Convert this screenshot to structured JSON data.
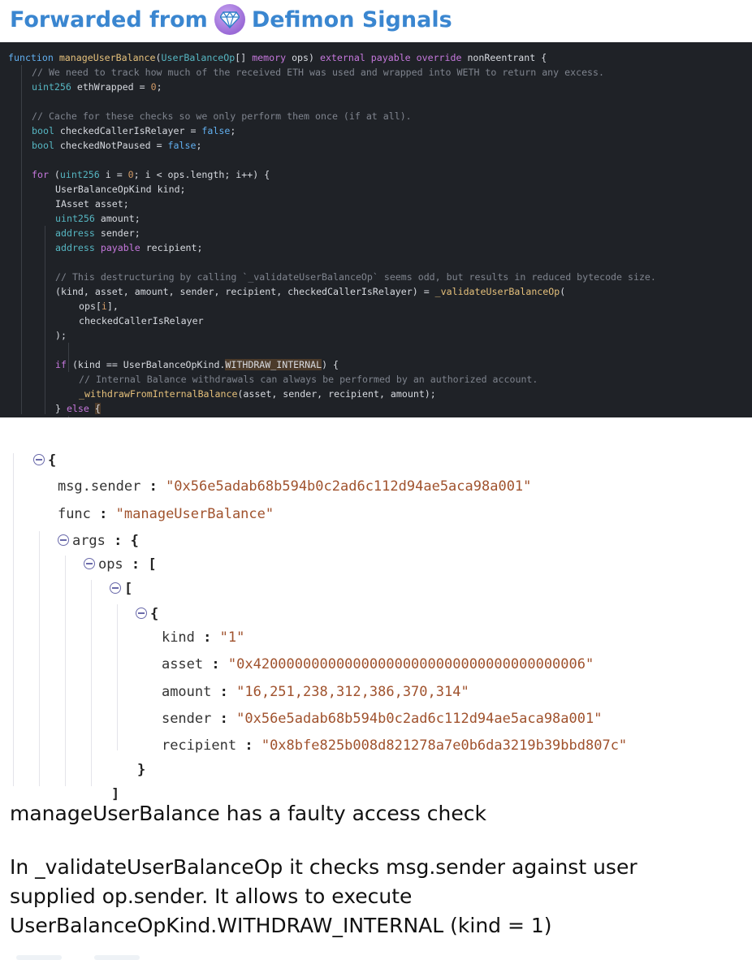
{
  "forwarded": {
    "prefix": "Forwarded from",
    "channel": "Defimon Signals",
    "icon": "gem-icon"
  },
  "code": {
    "lines": [
      {
        "indent": 0,
        "tokens": [
          [
            "kb",
            "function "
          ],
          [
            "fn",
            "manageUserBalance"
          ],
          [
            "",
            "("
          ],
          [
            "ty",
            "UserBalanceOp"
          ],
          [
            "",
            "[] "
          ],
          [
            "kw",
            "memory "
          ],
          [
            "",
            "ops) "
          ],
          [
            "kw",
            "external payable override "
          ],
          [
            "",
            "nonReentrant {"
          ]
        ]
      },
      {
        "indent": 1,
        "tokens": [
          [
            "cm",
            "// We need to track how much of the received ETH was used and wrapped into WETH to return any excess."
          ]
        ]
      },
      {
        "indent": 1,
        "tokens": [
          [
            "ty",
            "uint256 "
          ],
          [
            "",
            "ethWrapped = "
          ],
          [
            "nm",
            "0"
          ],
          [
            "",
            ";"
          ]
        ]
      },
      {
        "indent": 0,
        "tokens": [
          [
            "",
            ""
          ]
        ]
      },
      {
        "indent": 1,
        "tokens": [
          [
            "cm",
            "// Cache for these checks so we only perform them once (if at all)."
          ]
        ]
      },
      {
        "indent": 1,
        "tokens": [
          [
            "ty",
            "bool "
          ],
          [
            "",
            "checkedCallerIsRelayer = "
          ],
          [
            "kb",
            "false"
          ],
          [
            "",
            ";"
          ]
        ]
      },
      {
        "indent": 1,
        "tokens": [
          [
            "ty",
            "bool "
          ],
          [
            "",
            "checkedNotPaused = "
          ],
          [
            "kb",
            "false"
          ],
          [
            "",
            ";"
          ]
        ]
      },
      {
        "indent": 0,
        "tokens": [
          [
            "",
            ""
          ]
        ]
      },
      {
        "indent": 1,
        "tokens": [
          [
            "kw",
            "for "
          ],
          [
            "",
            "("
          ],
          [
            "ty",
            "uint256 "
          ],
          [
            "",
            "i = "
          ],
          [
            "nm",
            "0"
          ],
          [
            "",
            "; i < ops.length; i++) {"
          ]
        ]
      },
      {
        "indent": 2,
        "tokens": [
          [
            "",
            "UserBalanceOpKind kind;"
          ]
        ]
      },
      {
        "indent": 2,
        "tokens": [
          [
            "",
            "IAsset asset;"
          ]
        ]
      },
      {
        "indent": 2,
        "tokens": [
          [
            "ty",
            "uint256 "
          ],
          [
            "",
            "amount;"
          ]
        ]
      },
      {
        "indent": 2,
        "tokens": [
          [
            "ty",
            "address "
          ],
          [
            "",
            "sender;"
          ]
        ]
      },
      {
        "indent": 2,
        "tokens": [
          [
            "ty",
            "address "
          ],
          [
            "kw",
            "payable "
          ],
          [
            "",
            "recipient;"
          ]
        ]
      },
      {
        "indent": 0,
        "tokens": [
          [
            "",
            ""
          ]
        ]
      },
      {
        "indent": 2,
        "tokens": [
          [
            "cm",
            "// This destructuring by calling `_validateUserBalanceOp` seems odd, but results in reduced bytecode size."
          ]
        ]
      },
      {
        "indent": 2,
        "tokens": [
          [
            "",
            "(kind, asset, amount, sender, recipient, checkedCallerIsRelayer) = "
          ],
          [
            "fn",
            "_validateUserBalanceOp"
          ],
          [
            "",
            "("
          ]
        ]
      },
      {
        "indent": 3,
        "tokens": [
          [
            "",
            "ops["
          ],
          [
            "nm",
            "i"
          ],
          [
            "",
            "],"
          ]
        ]
      },
      {
        "indent": 3,
        "tokens": [
          [
            "",
            "checkedCallerIsRelayer"
          ]
        ]
      },
      {
        "indent": 2,
        "tokens": [
          [
            "",
            ");"
          ]
        ]
      },
      {
        "indent": 0,
        "tokens": [
          [
            "",
            ""
          ]
        ]
      },
      {
        "indent": 2,
        "tokens": [
          [
            "kw",
            "if "
          ],
          [
            "",
            "(kind == UserBalanceOpKind."
          ],
          [
            "hl",
            "WITHDRAW_INTERNAL"
          ],
          [
            "",
            ") {"
          ]
        ]
      },
      {
        "indent": 3,
        "tokens": [
          [
            "cm",
            "// Internal Balance withdrawals can always be performed by an authorized account."
          ]
        ]
      },
      {
        "indent": 3,
        "tokens": [
          [
            "fn",
            "_withdrawFromInternalBalance"
          ],
          [
            "",
            "(asset, sender, recipient, amount);"
          ]
        ]
      },
      {
        "indent": 2,
        "tokens": [
          [
            "",
            "} "
          ],
          [
            "kw",
            "else "
          ],
          [
            "hl",
            "{"
          ]
        ]
      }
    ]
  },
  "json": {
    "open": "{",
    "msg_sender_key": "msg.sender",
    "msg_sender_val": "\"0x56e5adab68b594b0c2ad6c112d94ae5aca98a001\"",
    "func_key": "func",
    "func_val": "\"manageUserBalance\"",
    "args_key": "args",
    "args_open": "{",
    "ops_key": "ops",
    "ops_open": "[",
    "inner_open": "[",
    "obj_open": "{",
    "kind_key": "kind",
    "kind_val": "\"1\"",
    "asset_key": "asset",
    "asset_val": "\"0x4200000000000000000000000000000000000006\"",
    "amount_key": "amount",
    "amount_val": "\"16,251,238,312,386,370,314\"",
    "sender_key": "sender",
    "sender_val": "\"0x56e5adab68b594b0c2ad6c112d94ae5aca98a001\"",
    "recipient_key": "recipient",
    "recipient_val": "\"0x8bfe825b008d821278a7e0b6da3219b39bbd807c\"",
    "obj_close": "}",
    "inner_close": "]",
    "colon": ":"
  },
  "message": {
    "line1": "manageUserBalance has a faulty access check",
    "line2": "In _validateUserBalanceOp it checks msg.sender against user",
    "line3": "supplied op.sender. It allows to execute",
    "line4": "UserBalanceOpKind.WITHDRAW_INTERNAL (kind = 1)"
  }
}
